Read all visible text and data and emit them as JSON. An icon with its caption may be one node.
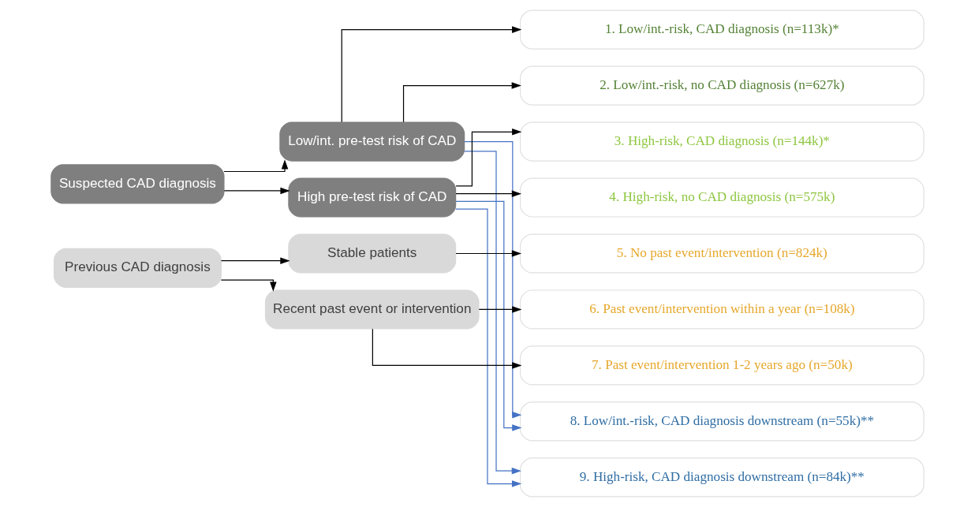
{
  "diagram": {
    "nodes": [
      {
        "text": [
          "Suspected CAD diagnosis"
        ]
      },
      {
        "text": [
          "Low/int. pre-test risk of CAD"
        ]
      },
      {
        "text": [
          "High pre-test risk of CAD"
        ]
      },
      {
        "text": [
          "Previous CAD diagnosis"
        ]
      },
      {
        "text": [
          "Stable patients"
        ]
      },
      {
        "text": [
          "Recent past event or intervention"
        ]
      },
      {
        "text": [
          "1. Low/int.-risk, CAD diagnosis (n=113k)*"
        ]
      },
      {
        "text": [
          "2. Low/int.-risk, no CAD diagnosis (n=627k)"
        ]
      },
      {
        "text": [
          "3. High-risk, CAD diagnosis (n=144k)*"
        ]
      },
      {
        "text": [
          "4. High-risk, no CAD diagnosis (n=575k)"
        ]
      },
      {
        "text": [
          "5. No past event/intervention (n=824k)"
        ]
      },
      {
        "text": [
          "6. Past event/intervention within a year (n=108k)"
        ]
      },
      {
        "text": [
          "7. Past event/intervention 1-2 years ago (n=50k)"
        ]
      },
      {
        "text": [
          "8. Low/int.-risk, CAD diagnosis downstream (n=55k)**"
        ]
      },
      {
        "text": [
          "9. High-risk, CAD diagnosis downstream (n=84k)**"
        ]
      }
    ],
    "edges": [
      {
        "from": 0,
        "to": 1,
        "arrow": "to"
      },
      {
        "from": 0,
        "to": 2,
        "arrow": "to"
      },
      {
        "from": 1,
        "to": 6,
        "arrow": "to"
      },
      {
        "from": 1,
        "to": 7,
        "arrow": "to"
      },
      {
        "from": 2,
        "to": 8,
        "arrow": "to"
      },
      {
        "from": 2,
        "to": 9,
        "arrow": "to"
      },
      {
        "from": 3,
        "to": 4,
        "arrow": "to"
      },
      {
        "from": 3,
        "to": 5,
        "arrow": "to"
      },
      {
        "from": 4,
        "to": 10,
        "arrow": "to"
      },
      {
        "from": 5,
        "to": 11,
        "arrow": "to"
      },
      {
        "from": 5,
        "to": 12,
        "arrow": "to"
      },
      {
        "from": 1,
        "to": 13,
        "arrow": "to",
        "color": "#4472c4"
      },
      {
        "from": 1,
        "to": 14,
        "arrow": "to",
        "color": "#4472c4"
      },
      {
        "from": 2,
        "to": 13,
        "arrow": "to",
        "color": "#4472c4"
      },
      {
        "from": 2,
        "to": 14,
        "arrow": "to",
        "color": "#4472c4"
      }
    ]
  }
}
